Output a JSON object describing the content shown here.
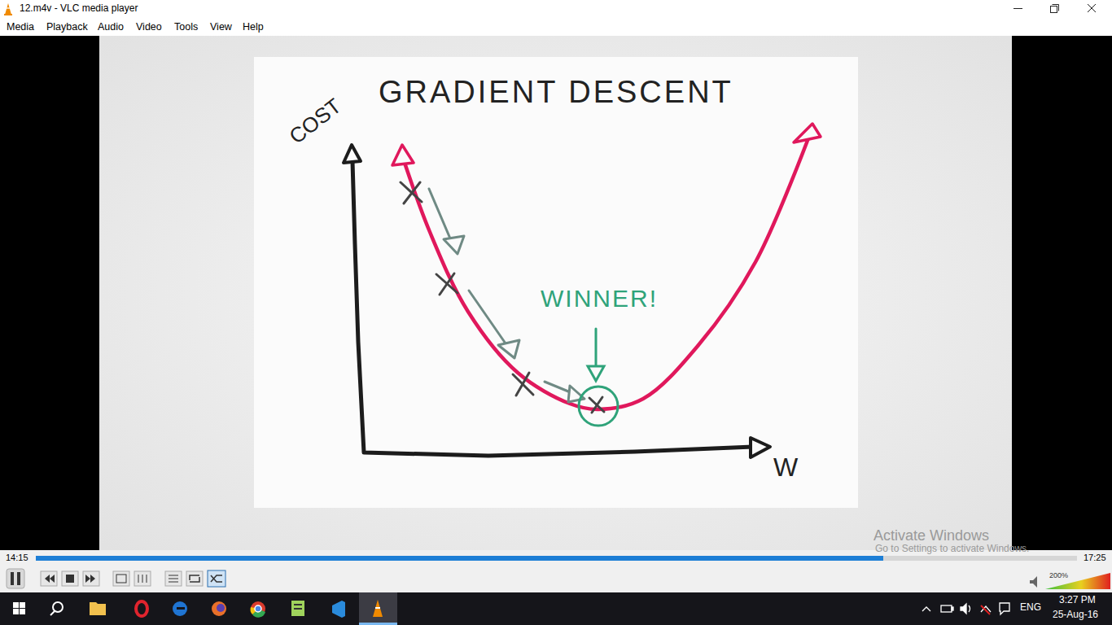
{
  "diagram": {
    "title": "GRADIENT DESCENT",
    "labels": [
      "12.m4v - VLC media player",
      "Media",
      "Playback",
      "Audio",
      "Video",
      "Tools",
      "View",
      "Help",
      "COST",
      "W",
      "WINNER!",
      "14:15",
      "17:25",
      "Activate Windows",
      "Go to Settings to activate Windows.",
      "200%",
      "ENG",
      "3:27 PM",
      "25-Aug-16"
    ]
  }
}
